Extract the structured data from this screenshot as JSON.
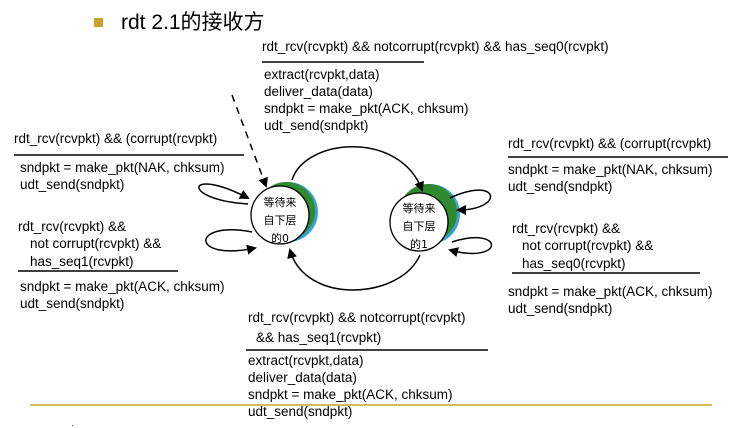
{
  "title": "rdt 2.1的接收方",
  "colors": {
    "bullet": "#c9a227",
    "footer_rule": "#c9a227",
    "state_ring_blue": "#3a9fd8",
    "state_ring_green": "#2e8b2e"
  },
  "states": {
    "s0": {
      "line1": "等待来",
      "line2": "自下层",
      "line3": "的0"
    },
    "s1": {
      "line1": "等待来",
      "line2": "自下层",
      "line3": "的1"
    }
  },
  "transitions": {
    "top": {
      "event": [
        "rdt_rcv(rcvpkt) && notcorrupt(rcvpkt)  && has_seq0(rcvpkt)"
      ],
      "actions": [
        "extract(rcvpkt,data)",
        "deliver_data(data)",
        "sndpkt = make_pkt(ACK, chksum)",
        "udt_send(sndpkt)"
      ]
    },
    "left_top": {
      "event": [
        "rdt_rcv(rcvpkt) && (corrupt(rcvpkt)"
      ],
      "actions": [
        "sndpkt = make_pkt(NAK, chksum)",
        "udt_send(sndpkt)"
      ]
    },
    "left_bottom": {
      "event": [
        "rdt_rcv(rcvpkt) &&",
        "not corrupt(rcvpkt) &&",
        "has_seq1(rcvpkt)"
      ],
      "actions": [
        "sndpkt = make_pkt(ACK, chksum)",
        "udt_send(sndpkt)"
      ]
    },
    "right_top": {
      "event": [
        "rdt_rcv(rcvpkt) && (corrupt(rcvpkt)"
      ],
      "actions": [
        "sndpkt = make_pkt(NAK, chksum)",
        "udt_send(sndpkt)"
      ]
    },
    "right_bottom": {
      "event": [
        "rdt_rcv(rcvpkt) &&",
        "not corrupt(rcvpkt) &&",
        "has_seq0(rcvpkt)"
      ],
      "actions": [
        "sndpkt = make_pkt(ACK, chksum)",
        "udt_send(sndpkt)"
      ]
    },
    "bottom": {
      "event": [
        "rdt_rcv(rcvpkt) && notcorrupt(rcvpkt)",
        "&& has_seq1(rcvpkt)"
      ],
      "actions": [
        "extract(rcvpkt,data)",
        "deliver_data(data)",
        "sndpkt = make_pkt(ACK, chksum)",
        "udt_send(sndpkt)"
      ]
    }
  }
}
